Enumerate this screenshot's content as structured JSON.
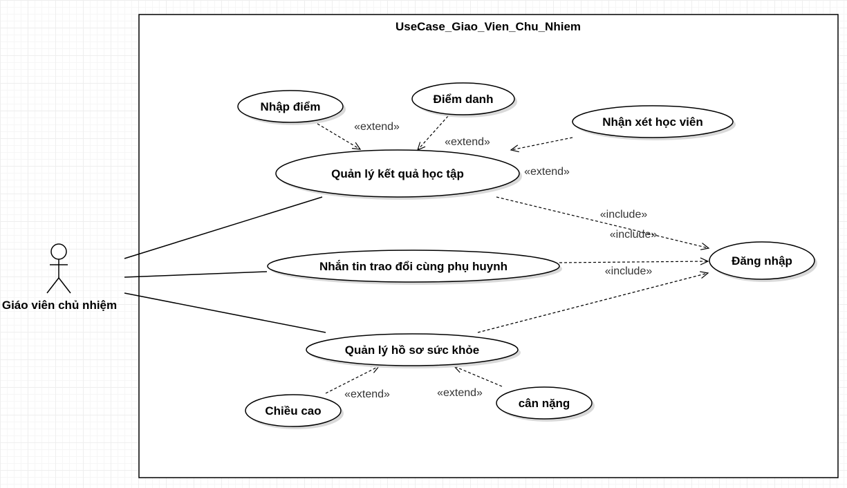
{
  "system": {
    "title": "UseCase_Giao_Vien_Chu_Nhiem"
  },
  "actor": {
    "name": "Giáo viên chủ nhiệm"
  },
  "use_cases": {
    "nhap_diem": "Nhập điểm",
    "diem_danh": "Điểm danh",
    "nhan_xet": "Nhận xét học viên",
    "quan_ly_ket_qua": "Quản lý kết quả học tập",
    "nhan_tin": "Nhắn tin trao đổi cùng phụ huynh",
    "dang_nhap": "Đăng nhập",
    "quan_ly_suc_khoe": "Quản lý hồ sơ sức khỏe",
    "chieu_cao": "Chiều cao",
    "can_nang": "cân nặng"
  },
  "relations": {
    "extend_label": "«extend»",
    "include_label": "«include»"
  },
  "colors": {
    "stroke": "#000000",
    "shadow": "#d9d9d9",
    "fill": "#ffffff"
  }
}
